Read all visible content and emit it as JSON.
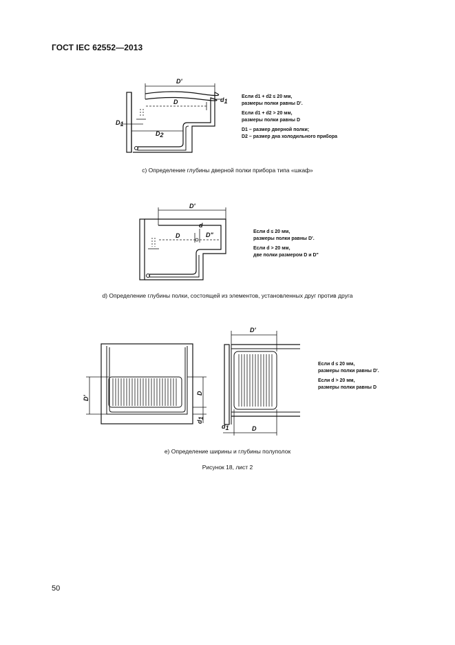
{
  "header": {
    "standard": "ГОСТ IEC 62552—2013"
  },
  "page_number": "50",
  "figures": {
    "c": {
      "caption": "c)  Определение глубины дверной полки прибора типа «шкаф»",
      "labels": {
        "d_prime": "D'",
        "d": "D",
        "d1_sym": "d",
        "d1_sub": "1",
        "D1_sym": "D",
        "D1_sub": "1",
        "D2_sym": "D",
        "D2_sub": "2"
      },
      "notes": [
        "Если d1 +  d2 ≤ 20 мм,",
        "размеры полки равны D'.",
        "Если d1 + d2 > 20 мм,",
        "размеры полки равны D",
        "D1 – размер дверной полки;",
        "D2 – размер дна холодильного прибора"
      ]
    },
    "d": {
      "caption": "d)  Определение глубины полки, состоящей из элементов, установленных друг против друга",
      "labels": {
        "d_prime": "D'",
        "d": "D",
        "small_d": "d",
        "d_dbl": "D\""
      },
      "notes": [
        "Если d ≤ 20 мм,",
        "размеры полки равны D'.",
        "Если d > 20 мм,",
        "две полки размером D и D\""
      ]
    },
    "e": {
      "caption": "е)  Определение ширины и глубины полуполок",
      "labels": {
        "d_prime_v": "D'",
        "d_v": "D",
        "d1_v_sym": "d",
        "d1_v_sub": "1",
        "d_prime_h": "D'",
        "d1_h_sym": "d",
        "d1_h_sub": "1",
        "d_h": "D"
      },
      "notes": [
        "Если d ≤ 20 мм,",
        "размеры полки равны D'.",
        "Если d > 20 мм,",
        "размеры полки равны D"
      ]
    }
  },
  "figure_title": "Рисунок 18, лист 2"
}
